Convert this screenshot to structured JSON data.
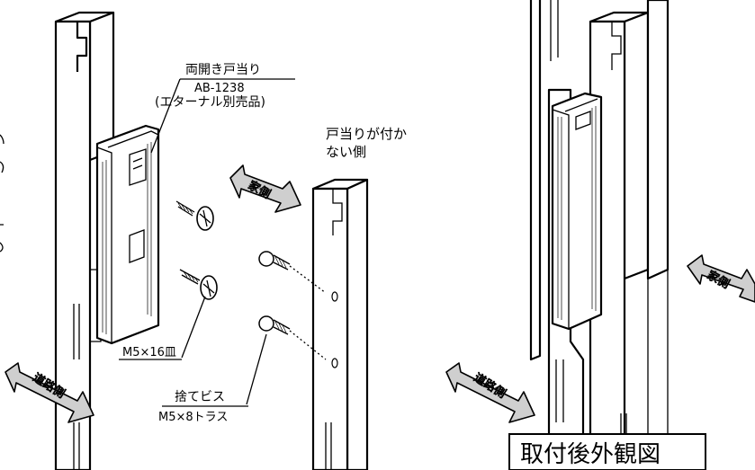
{
  "labels": {
    "door_stop_name": "両開き戸当り",
    "door_stop_code": "AB-1238",
    "door_stop_note": "(エターナル別売品)",
    "no_stop_side_line1": "戸当りが付か",
    "no_stop_side_line2": "ない側",
    "screw_main": "M5×16皿",
    "screw_disposable_line1": "捨てビス",
    "screw_disposable_line2": "M5×8トラス",
    "after_install_view": "取付後外観図",
    "house_side": "家側",
    "road_side": "道路側"
  }
}
